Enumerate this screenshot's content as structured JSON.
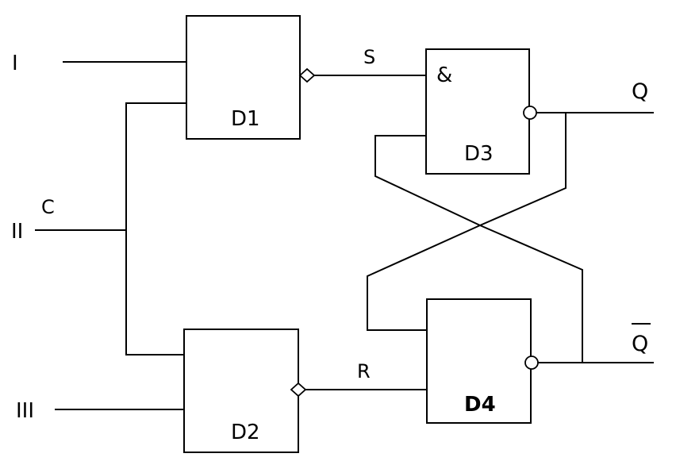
{
  "inputs": {
    "i1": "I",
    "i2": "II",
    "i3": "III"
  },
  "signals": {
    "c": "C",
    "s": "S",
    "r": "R"
  },
  "gates": {
    "d1": "D1",
    "d2": "D2",
    "d3": "D3",
    "d4": "D4",
    "and_symbol": "&"
  },
  "outputs": {
    "q": "Q",
    "q_bar": "Q"
  }
}
